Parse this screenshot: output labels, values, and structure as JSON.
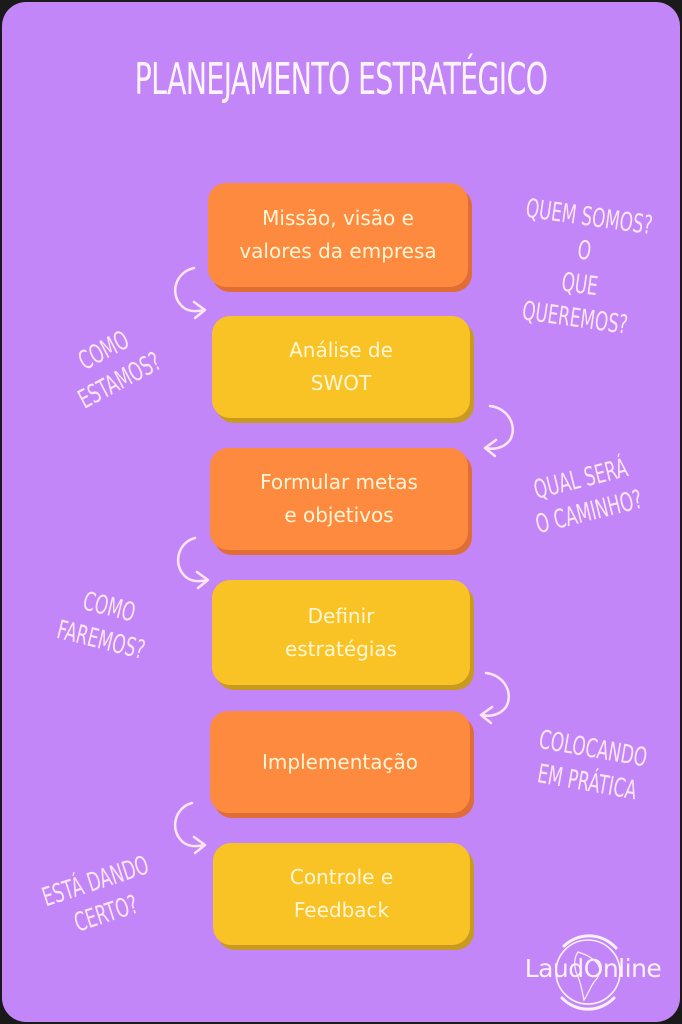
{
  "title": "Planejamento estratégico",
  "colors": {
    "background": "#c386f8",
    "orange": "#fd8a3e",
    "yellow": "#f9c325",
    "text": "#fff6d6",
    "notes": "#fde6f4"
  },
  "steps": [
    {
      "label": "Missão, visão e\nvalores da empresa",
      "color": "orange",
      "note": "Quem somos? O\nque queremos?"
    },
    {
      "label": "Análise de\nSWOT",
      "color": "yellow",
      "note": "Como\nestamos?"
    },
    {
      "label": "Formular metas\ne objetivos",
      "color": "orange",
      "note": "Qual será\no caminho?"
    },
    {
      "label": "Definir\nestratégias",
      "color": "yellow",
      "note": "Como\nfaremos?"
    },
    {
      "label": "Implementação",
      "color": "orange",
      "note": "Colocando\nem prática"
    },
    {
      "label": "Controle e\nFeedback",
      "color": "yellow",
      "note": "Está dando\ncerto?"
    }
  ],
  "logo": {
    "text": "LaudOnline"
  }
}
